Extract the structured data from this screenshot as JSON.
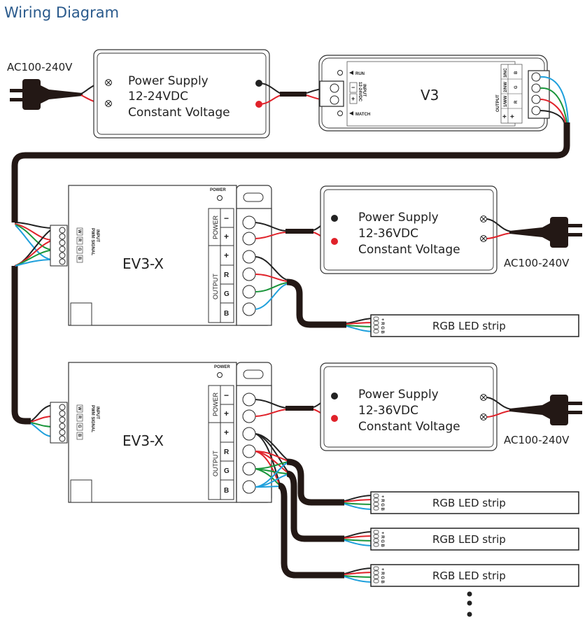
{
  "title": "Wiring Diagram",
  "mains_label": "AC100-240V",
  "power_supply_top": {
    "line1": "Power Supply",
    "line2": "12-24VDC",
    "line3": "Constant Voltage"
  },
  "power_supply_receiver": {
    "line1": "Power Supply",
    "line2": "12-36VDC",
    "line3": "Constant Voltage"
  },
  "controller": {
    "name": "V3",
    "run_label": "RUN",
    "match_label": "MATCH",
    "input_label": "INPUT",
    "input_voltage": "12-24VDC",
    "input_minus": "−",
    "input_plus": "+",
    "output_label": "OUTPUT",
    "output_channels": [
      {
        "top": "3/NC",
        "bottom": "B"
      },
      {
        "top": "2/NW",
        "bottom": "G"
      },
      {
        "top": "1/WW",
        "bottom": "R"
      },
      {
        "top": "+",
        "bottom": "+"
      }
    ]
  },
  "receiver": {
    "name": "EV3-X",
    "power_indicator": "POWER",
    "input_label": "INPUT",
    "pwm_label": "PWM SIGNAL",
    "input_pins": [
      "W",
      "R",
      "G",
      "B"
    ],
    "power_group": "POWER",
    "power_pins": [
      "−",
      "+"
    ],
    "output_group": "OUTPUT",
    "output_pins": [
      "+",
      "R",
      "G",
      "B"
    ]
  },
  "led_strip": {
    "label": "RGB LED strip",
    "pins": [
      "+",
      "R",
      "G",
      "B"
    ]
  },
  "wire_colors": {
    "black": "#222222",
    "red": "#e0222a",
    "green": "#19953a",
    "blue": "#1fa0dc",
    "cable": "#231815",
    "title": "#2a5a8c"
  },
  "continuation": "more strips"
}
